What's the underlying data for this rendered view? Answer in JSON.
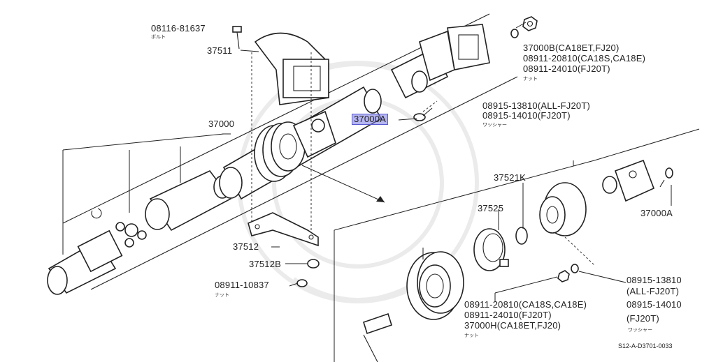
{
  "labels": {
    "bolt_part": "08116-81637",
    "bolt_sub": "ボルト",
    "center_bearing_bracket": "37511",
    "propeller_shaft": "37000",
    "highlighted_part": "37000A",
    "mount_bracket": "37512",
    "mount_bracket_bolt": "37512B",
    "nut_bottom": "08911-10837",
    "nut_bottom_sub": "ナット",
    "tr_line1": "37000B(CA18ET,FJ20)",
    "tr_line2": "08911-20810(CA18S,CA18E)",
    "tr_line3": "08911-24010(FJ20T)",
    "tr_sub": "ナット",
    "washer_line1": "08915-13810(ALL-FJ20T)",
    "washer_line2": "08915-14010(FJ20T)",
    "washer_sub": "ワッシャー",
    "bearing_kit": "37521K",
    "insulator": "37525",
    "flange_part": "37000A",
    "right_line1": "08915-13810",
    "right_line2": "(ALL-FJ20T)",
    "right_line3": "08915-14010",
    "right_line4": "(FJ20T)",
    "right_sub": "ワッシャー",
    "bottom_line1": "08911-20810(CA18S,CA18E)",
    "bottom_line2": "08911-24010(FJ20T)",
    "bottom_line3": "37000H(CA18ET,FJ20)",
    "bottom_sub": "ナット",
    "ref_code": "S12-A-D3701-0033"
  }
}
